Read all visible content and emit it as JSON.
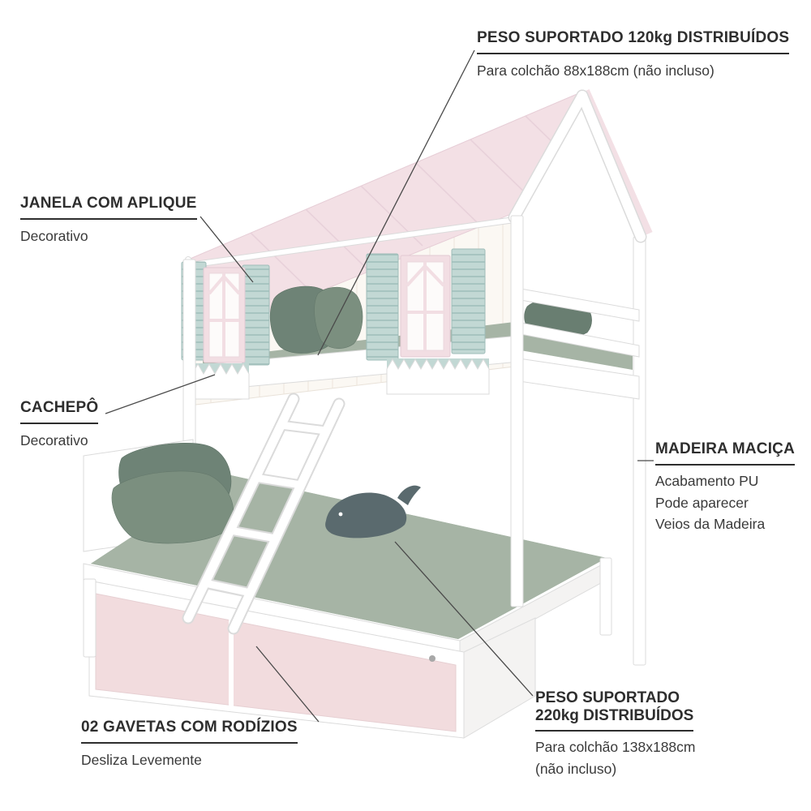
{
  "theme": {
    "roof_pink": "#F3E0E5",
    "window_pink": "#F2DEE3",
    "shutter_mint": "#C2D8D4",
    "bedding_sage": "#A6B4A5",
    "pillow_sage": "#6E8376",
    "drawer_pink": "#F2DCDE",
    "wall_cream": "#FBF8F3",
    "whale_gray": "#5A6A6E",
    "text_dark": "#2E2E2E",
    "line_color": "#4A4A4A"
  },
  "callouts": {
    "top_weight": {
      "title": "PESO SUPORTADO 120kg DISTRIBUÍDOS",
      "subtitle": "Para colchão 88x188cm (não incluso)"
    },
    "window": {
      "title": "JANELA COM APLIQUE",
      "subtitle": "Decorativo"
    },
    "planter": {
      "title": "CACHEPÔ",
      "subtitle": "Decorativo"
    },
    "wood": {
      "title": "MADEIRA MACIÇA",
      "lines": [
        "Acabamento PU",
        "Pode aparecer",
        "Veios da Madeira"
      ]
    },
    "bottom_weight": {
      "title_line1": "PESO SUPORTADO",
      "title_line2": "220kg DISTRIBUÍDOS",
      "subtitle_line1": "Para colchão 138x188cm",
      "subtitle_line2": "(não incluso)"
    },
    "drawers": {
      "title": "02 GAVETAS COM RODÍZIOS",
      "subtitle": "Desliza Levemente"
    }
  },
  "illustration": {
    "subject": "House-shaped kids bunk bed with pink roof, mint window shutters, ladder and two pink storage drawers"
  }
}
